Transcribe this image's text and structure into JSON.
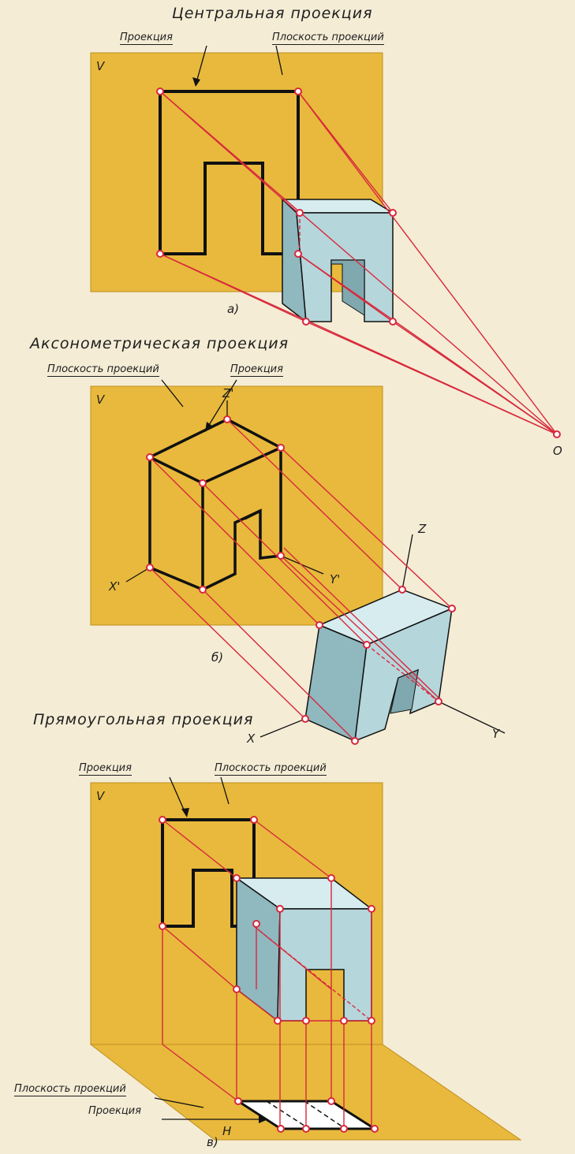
{
  "panels": [
    {
      "title": "Центральная проекция",
      "projection_label": "Проекция",
      "plane_label": "Плоскость проекций",
      "plane_letter": "V",
      "center_label": "O",
      "caption": "а)"
    },
    {
      "title": "Аксонометрическая проекция",
      "plane_label": "Плоскость проекций",
      "projection_label": "Проекция",
      "plane_letter": "V",
      "axes": {
        "z_proj": "Z'",
        "x_proj": "X'",
        "y_proj": "Y'",
        "z": "Z",
        "x": "X",
        "y": "Y"
      },
      "caption": "б)"
    },
    {
      "title": "Прямоугольная проекция",
      "projection_label": "Проекция",
      "plane_label": "Плоскость проекций",
      "plane_letter": "V",
      "h_plane_label": "Плоскость проекций",
      "h_projection_label": "Проекция",
      "h_plane_letter": "H",
      "caption": "в)"
    }
  ],
  "colors": {
    "background": "#f4ecd5",
    "plane": "#e8b93c",
    "solid_front": "#b5d6db",
    "solid_top": "#d6ecef",
    "solid_side": "#8fb8bf",
    "projector": "#d8283c",
    "outline": "#111111"
  }
}
